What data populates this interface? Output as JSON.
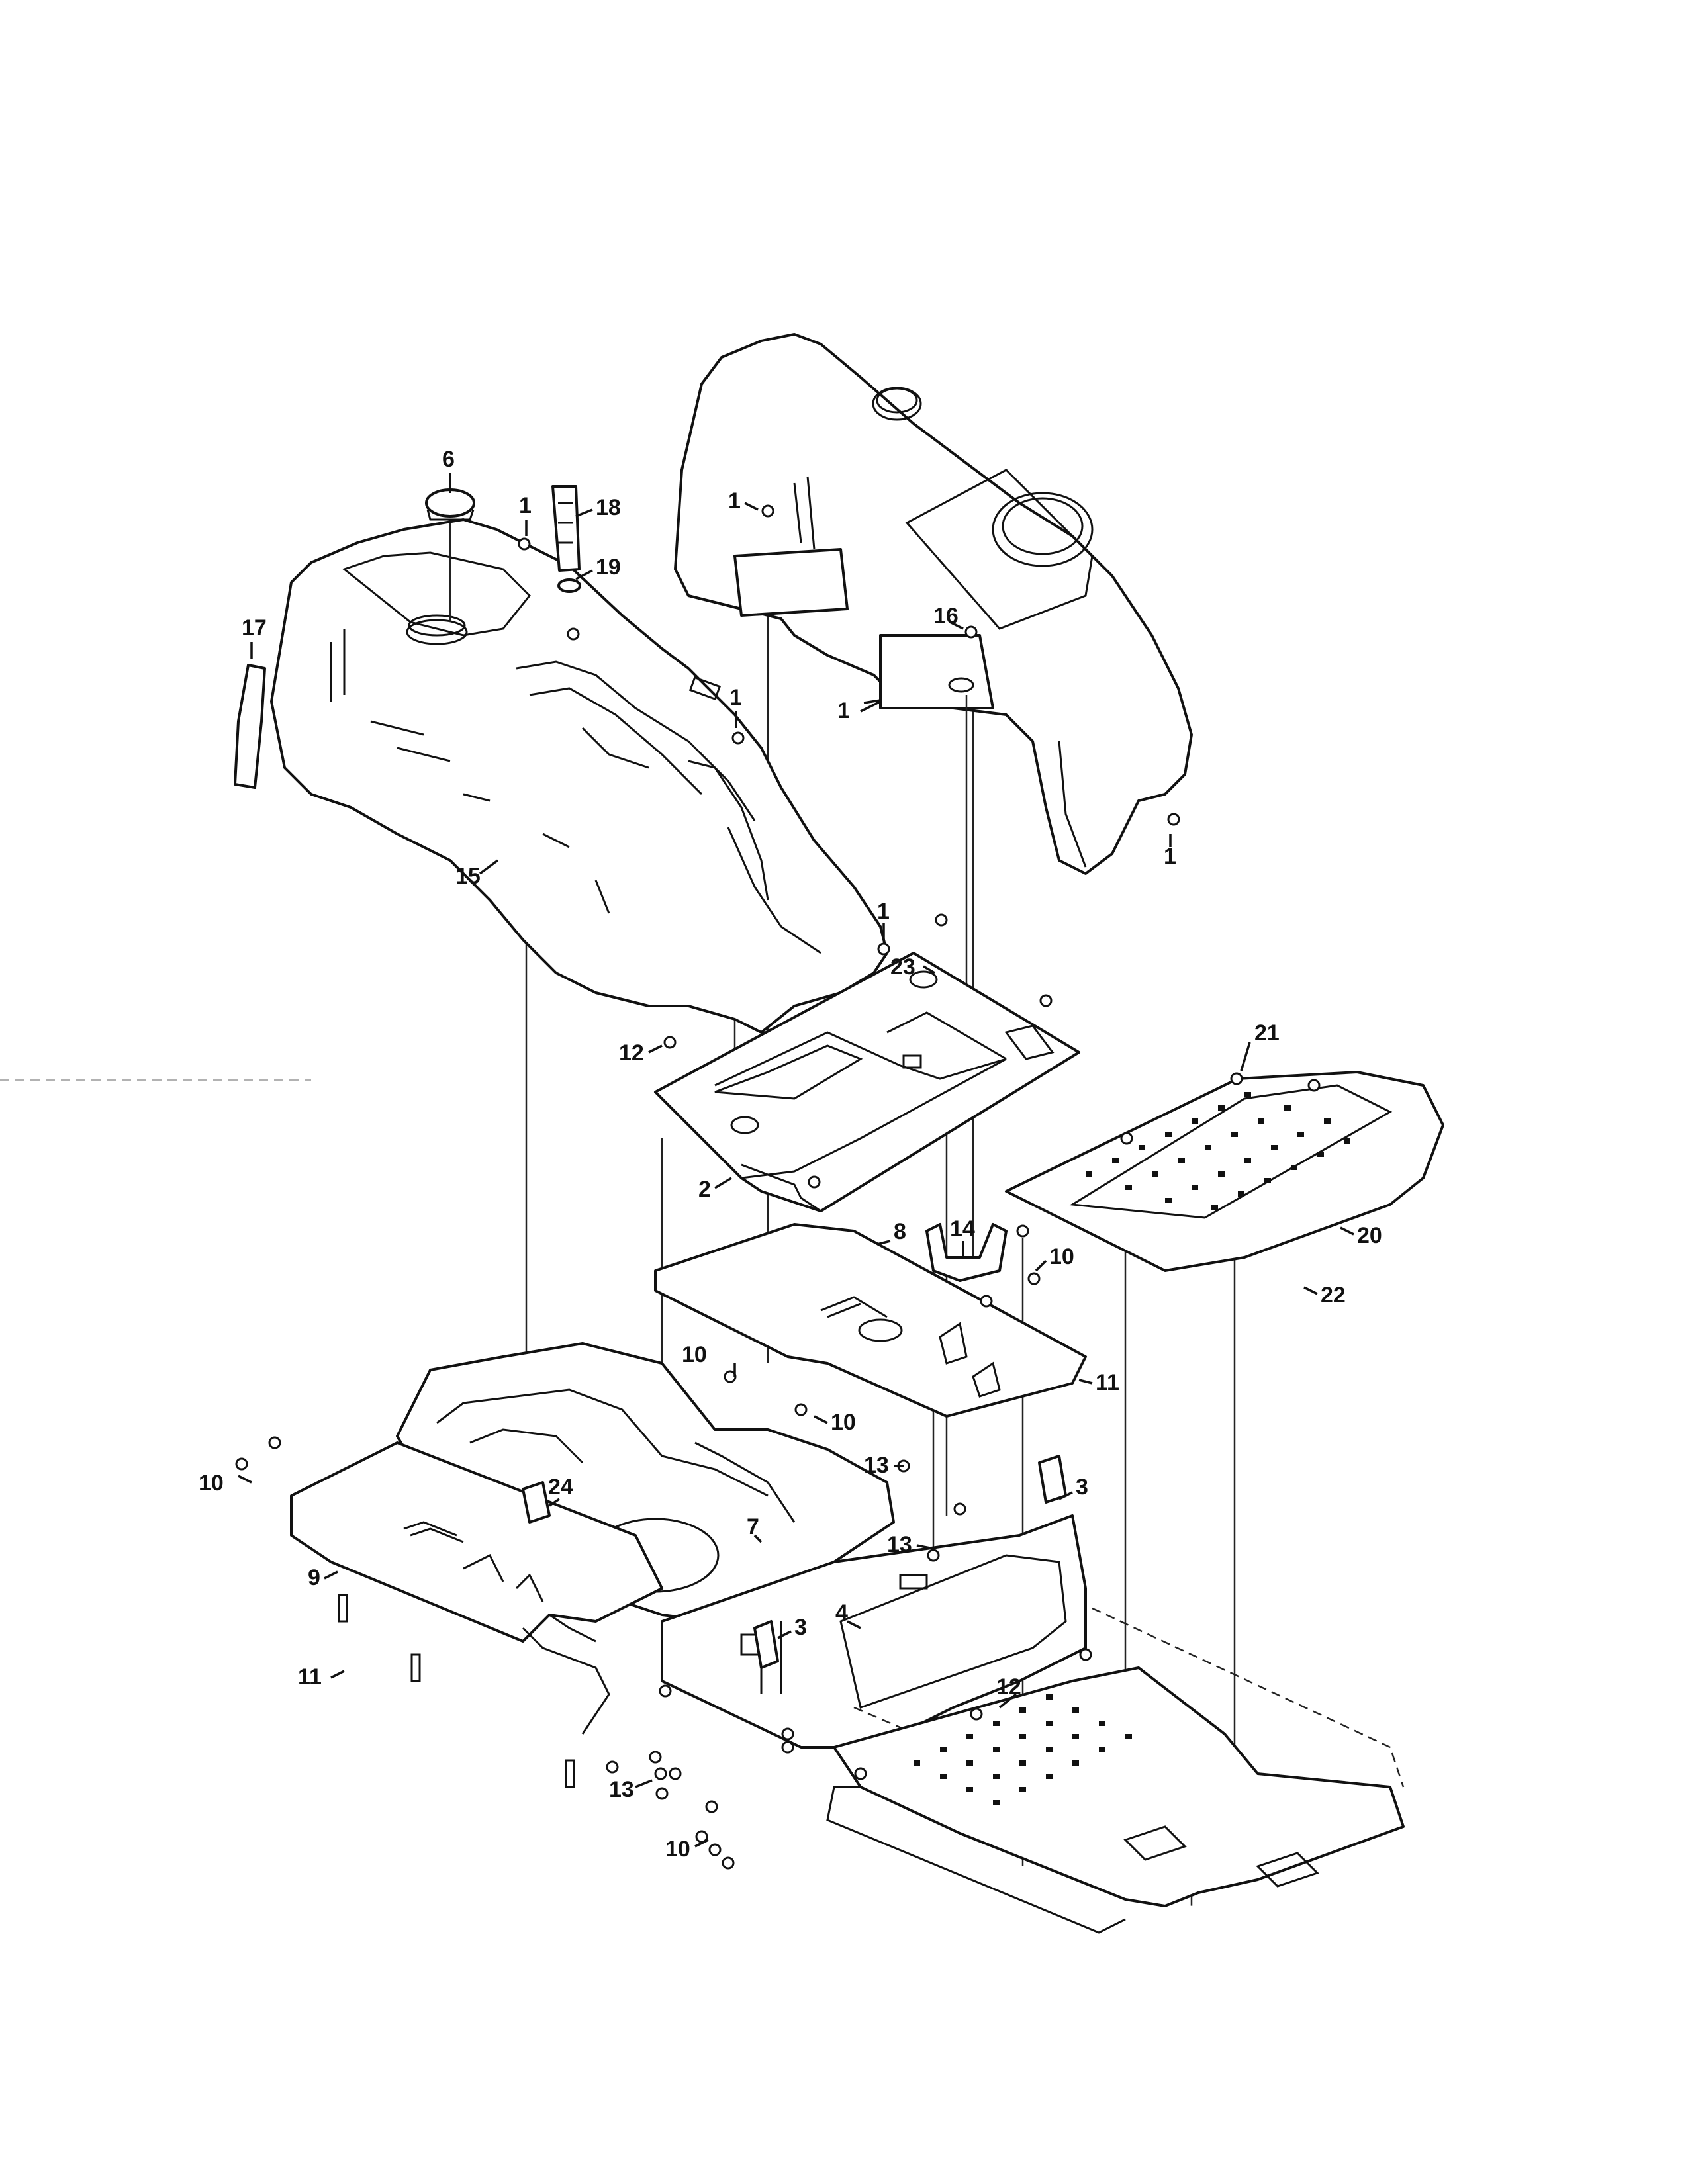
{
  "callouts": [
    {
      "id": "c6",
      "text": "6"
    },
    {
      "id": "c1a",
      "text": "1"
    },
    {
      "id": "c18",
      "text": "18"
    },
    {
      "id": "c19",
      "text": "19"
    },
    {
      "id": "c17",
      "text": "17"
    },
    {
      "id": "c1b",
      "text": "1"
    },
    {
      "id": "c15",
      "text": "15"
    },
    {
      "id": "c1c",
      "text": "1"
    },
    {
      "id": "c1d",
      "text": "1"
    },
    {
      "id": "c16",
      "text": "16"
    },
    {
      "id": "c1e",
      "text": "1"
    },
    {
      "id": "c1f",
      "text": "1"
    },
    {
      "id": "c23",
      "text": "23"
    },
    {
      "id": "c12a",
      "text": "12"
    },
    {
      "id": "c2",
      "text": "2"
    },
    {
      "id": "c21",
      "text": "21"
    },
    {
      "id": "c8",
      "text": "8"
    },
    {
      "id": "c14",
      "text": "14"
    },
    {
      "id": "c10a",
      "text": "10"
    },
    {
      "id": "c20",
      "text": "20"
    },
    {
      "id": "c22",
      "text": "22"
    },
    {
      "id": "c10b",
      "text": "10"
    },
    {
      "id": "c11a",
      "text": "11"
    },
    {
      "id": "c10c",
      "text": "10"
    },
    {
      "id": "c10d",
      "text": "10"
    },
    {
      "id": "c24",
      "text": "24"
    },
    {
      "id": "c13a",
      "text": "13"
    },
    {
      "id": "c3a",
      "text": "3"
    },
    {
      "id": "c7",
      "text": "7"
    },
    {
      "id": "c13b",
      "text": "13"
    },
    {
      "id": "c9",
      "text": "9"
    },
    {
      "id": "c4",
      "text": "4"
    },
    {
      "id": "c3b",
      "text": "3"
    },
    {
      "id": "c11b",
      "text": "11"
    },
    {
      "id": "c12b",
      "text": "12"
    },
    {
      "id": "c13c",
      "text": "13"
    },
    {
      "id": "c10e",
      "text": "10"
    }
  ]
}
